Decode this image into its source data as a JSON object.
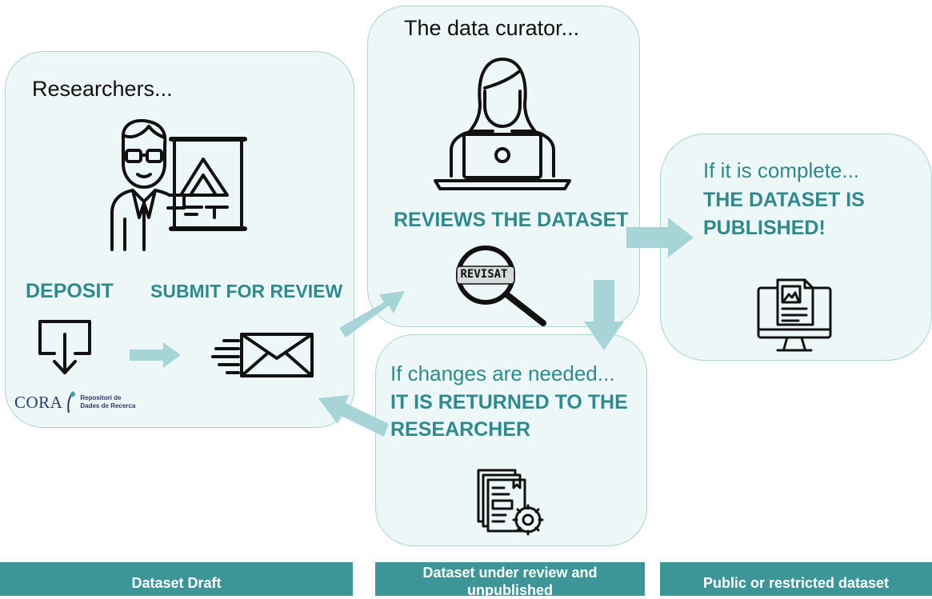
{
  "researchers": {
    "heading": "Researchers...",
    "deposit": "DEPOSIT",
    "submit": "SUBMIT FOR REVIEW",
    "cora_logo_text": "CORA",
    "cora_logo_sub1": "Repositori de",
    "cora_logo_sub2": "Dades de Recerca"
  },
  "curator": {
    "heading": "The data curator...",
    "action": "REVIEWS THE DATASET",
    "stamp": "REVISAT"
  },
  "changes": {
    "heading": "If changes are needed...",
    "line1": "IT IS RETURNED TO THE",
    "line2": "RESEARCHER"
  },
  "published": {
    "heading": "If it is complete...",
    "line1": "THE DATASET IS",
    "line2": "PUBLISHED!"
  },
  "footer": {
    "draft": "Dataset Draft",
    "review_line1": "Dataset under review and",
    "review_line2": "unpublished",
    "public": "Public or restricted dataset"
  },
  "colors": {
    "teal": "#2e8a8c",
    "panel_bg": "#eef7f7",
    "panel_border": "#a9d3d3",
    "arrow": "#a7d5d7",
    "footer_bg": "#3e9597"
  }
}
